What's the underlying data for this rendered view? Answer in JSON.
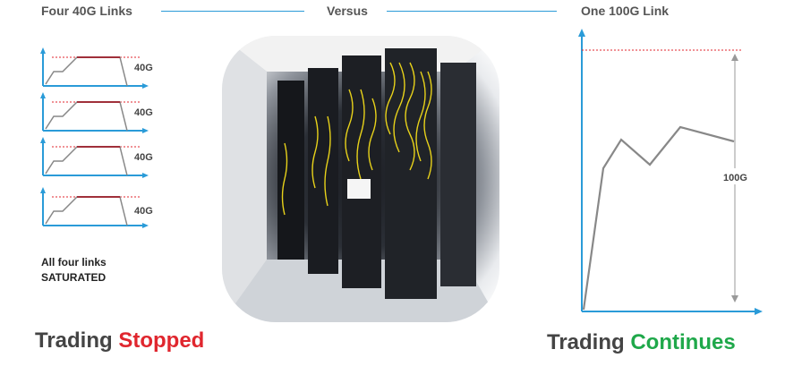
{
  "header": {
    "left_title": "Four 40G Links",
    "center_title": "Versus",
    "right_title": "One 100G Link"
  },
  "left_panel": {
    "link_label": "40G",
    "links": [
      {
        "label": "40G"
      },
      {
        "label": "40G"
      },
      {
        "label": "40G"
      },
      {
        "label": "40G"
      }
    ],
    "note_line1": "All  four links",
    "note_line2": "SATURATED"
  },
  "right_panel": {
    "capacity_label": "100G"
  },
  "footer": {
    "left_prefix": "Trading",
    "left_status": "Stopped",
    "right_prefix": "Trading",
    "right_status": "Continues"
  },
  "colors": {
    "axis": "#2a9bd8",
    "saturation_line": "#e0262e",
    "traffic_line": "#888888",
    "stopped": "#e0262e",
    "continues": "#1fa84a",
    "prefix": "#444444"
  },
  "icons": {
    "photo": "server-room-photo"
  }
}
